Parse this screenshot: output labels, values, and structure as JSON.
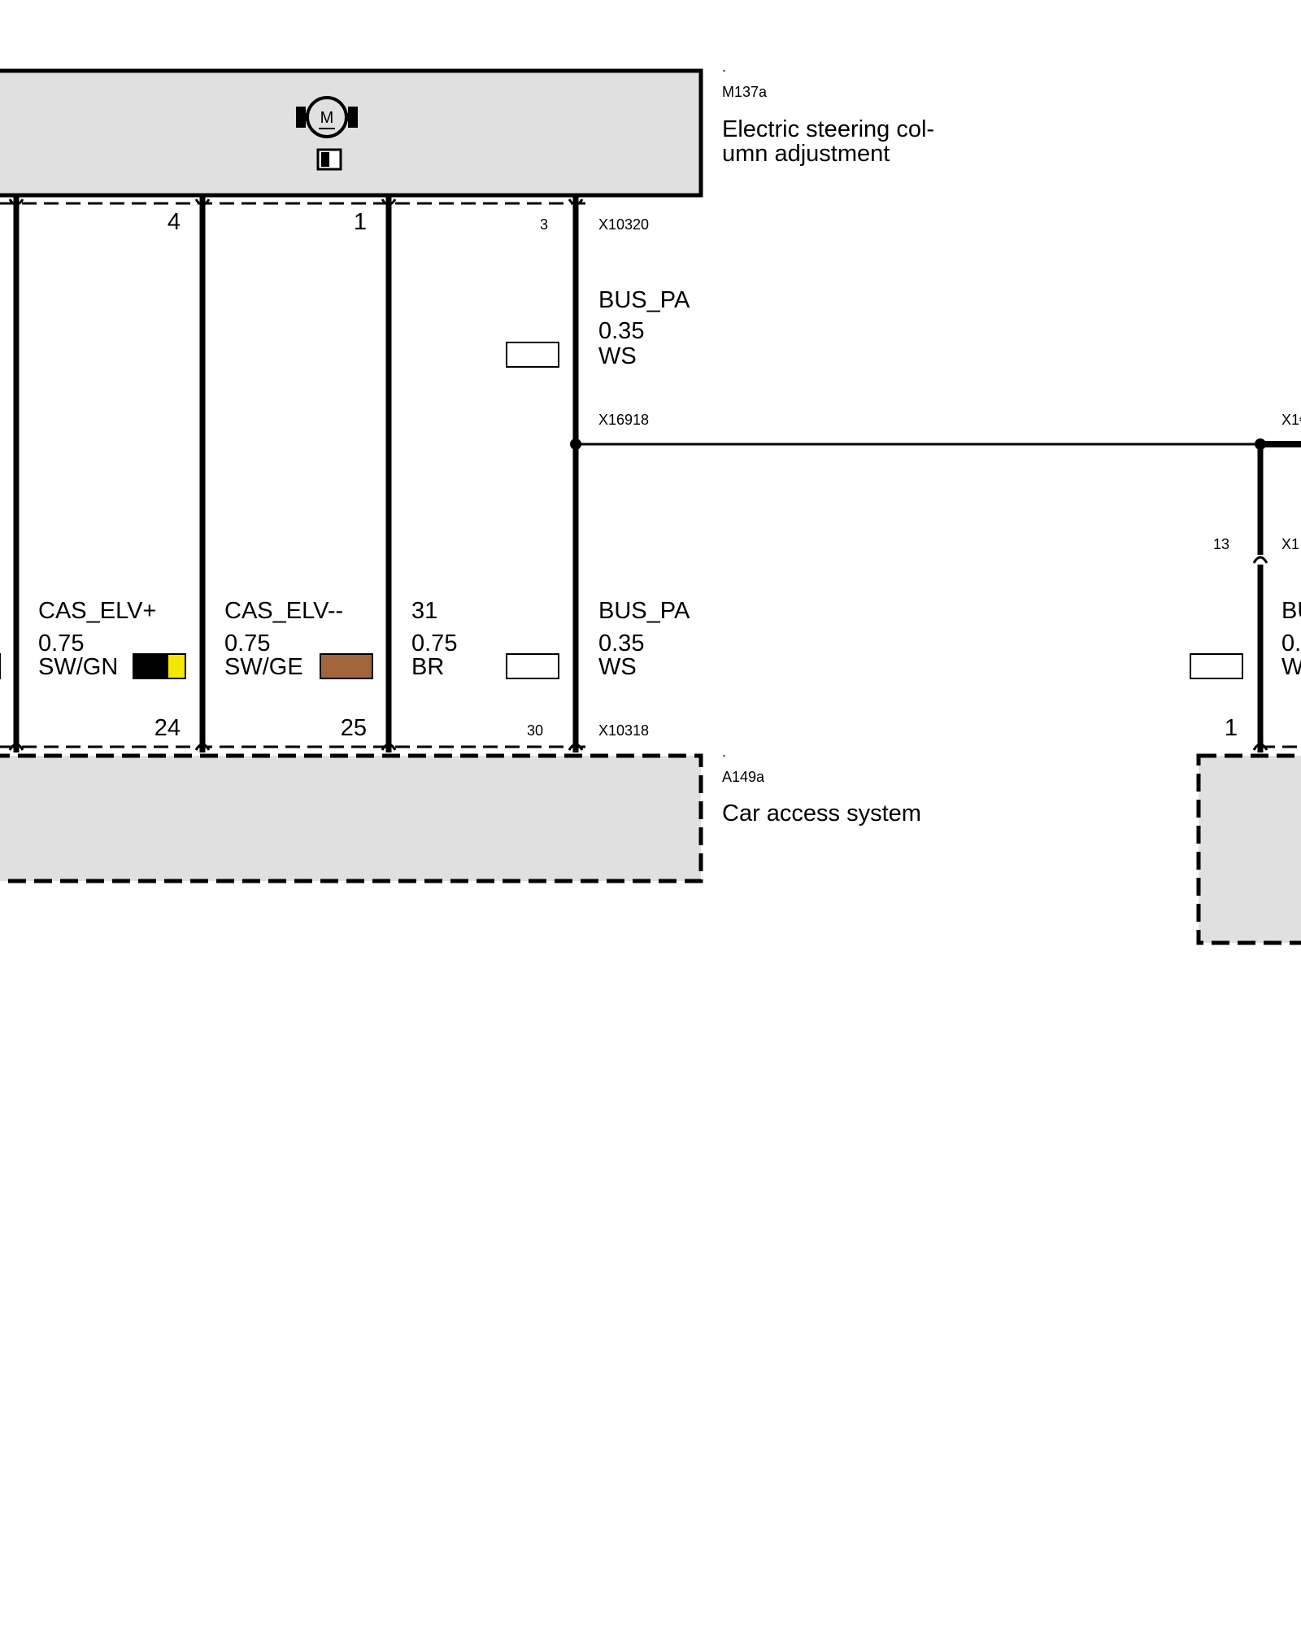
{
  "top_component": {
    "dot": ".",
    "code": "M137a",
    "description_line1": "Electric steering col-",
    "description_line2": "umn adjustment",
    "motor_label": "M"
  },
  "bottom_component": {
    "dot": ".",
    "code": "A149a",
    "description": "Car access system"
  },
  "top_connector": "X10320",
  "bottom_connector": "X10318",
  "splice": "X16918",
  "splice_right_partial": "X1€",
  "right_connector_partial": "X1",
  "right_wire_pins": {
    "upper": "13",
    "lower": "1"
  },
  "right_wire_partial": {
    "name": "BU",
    "gauge": "0.",
    "color": "W"
  },
  "bus_upper": {
    "name": "BUS_PA",
    "gauge": "0.35",
    "color": "WS"
  },
  "wires": [
    {
      "top_pin": "4",
      "bottom_pin": "24",
      "name": "CAS_ELV+",
      "gauge": "0.75",
      "color": "SW/GN",
      "swatch": [
        "#000000",
        "#f5e800"
      ]
    },
    {
      "top_pin": "1",
      "bottom_pin": "25",
      "name": "CAS_ELV--",
      "gauge": "0.75",
      "color": "SW/GE",
      "swatch": [
        "#a0653a",
        "#a0653a"
      ]
    },
    {
      "top_pin": "",
      "bottom_pin": "30",
      "name": "31",
      "gauge": "0.75",
      "color": "BR",
      "swatch": [
        "#ffffff",
        "#ffffff"
      ]
    },
    {
      "top_pin": "3",
      "bottom_pin": "",
      "name": "BUS_PA",
      "gauge": "0.35",
      "color": "WS",
      "swatch": [
        "#ffffff",
        "#ffffff"
      ]
    }
  ]
}
